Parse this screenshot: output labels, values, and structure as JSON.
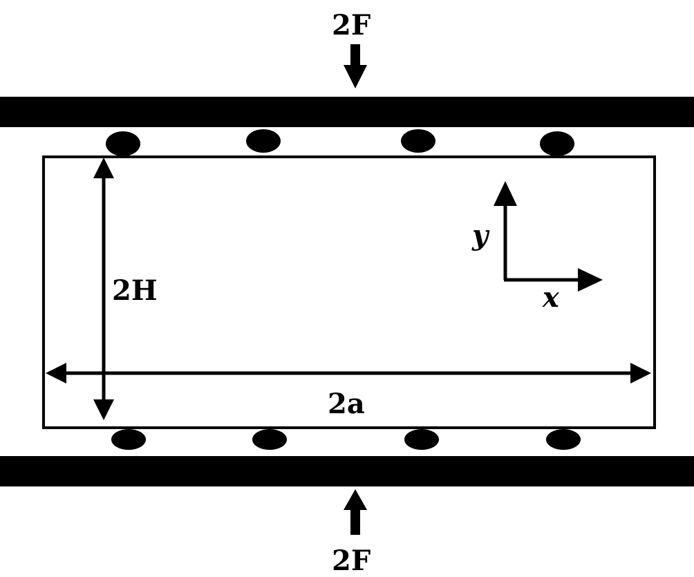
{
  "labels": {
    "force_top": "2F",
    "force_bottom": "2F",
    "height": "2H",
    "width": "2a",
    "axis_x": "x",
    "axis_y": "y"
  },
  "colors": {
    "ink": "#000000",
    "background": "#ffffff"
  }
}
